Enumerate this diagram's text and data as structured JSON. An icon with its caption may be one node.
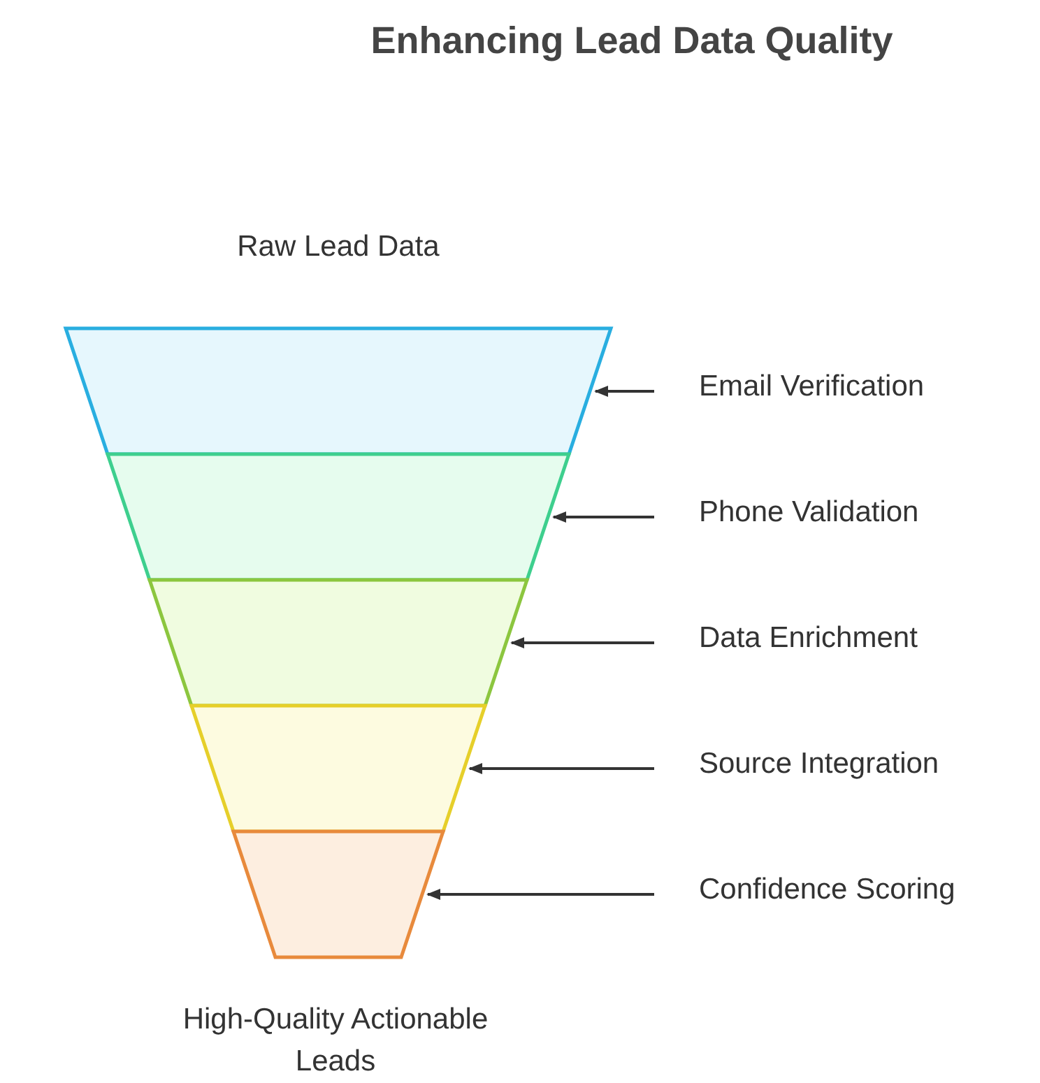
{
  "diagram": {
    "title": "Enhancing Lead Data Quality",
    "nodes": [
      {
        "text": [],
        "shape": "trapezoid"
      },
      {
        "text": [],
        "shape": "trapezoid"
      },
      {
        "text": [],
        "shape": "trapezoid"
      },
      {
        "text": [],
        "shape": "trapezoid"
      },
      {
        "text": [],
        "shape": "trapezoid"
      },
      {
        "text": [
          "Email Verification"
        ]
      },
      {
        "text": [
          "Phone Validation"
        ]
      },
      {
        "text": [
          "Data Enrichment"
        ]
      },
      {
        "text": [
          "Source Integration"
        ]
      },
      {
        "text": [
          "Confidence Scoring"
        ]
      }
    ],
    "edges": [
      {
        "from": 5,
        "to": 0,
        "arrow": "to"
      },
      {
        "from": 6,
        "to": 1,
        "arrow": "to"
      },
      {
        "from": 7,
        "to": 2,
        "arrow": "to"
      },
      {
        "from": 8,
        "to": 3,
        "arrow": "to"
      },
      {
        "from": 9,
        "to": 4,
        "arrow": "to"
      }
    ],
    "labels": [
      "Raw Lead Data",
      "High-Quality Actionable Leads"
    ]
  }
}
